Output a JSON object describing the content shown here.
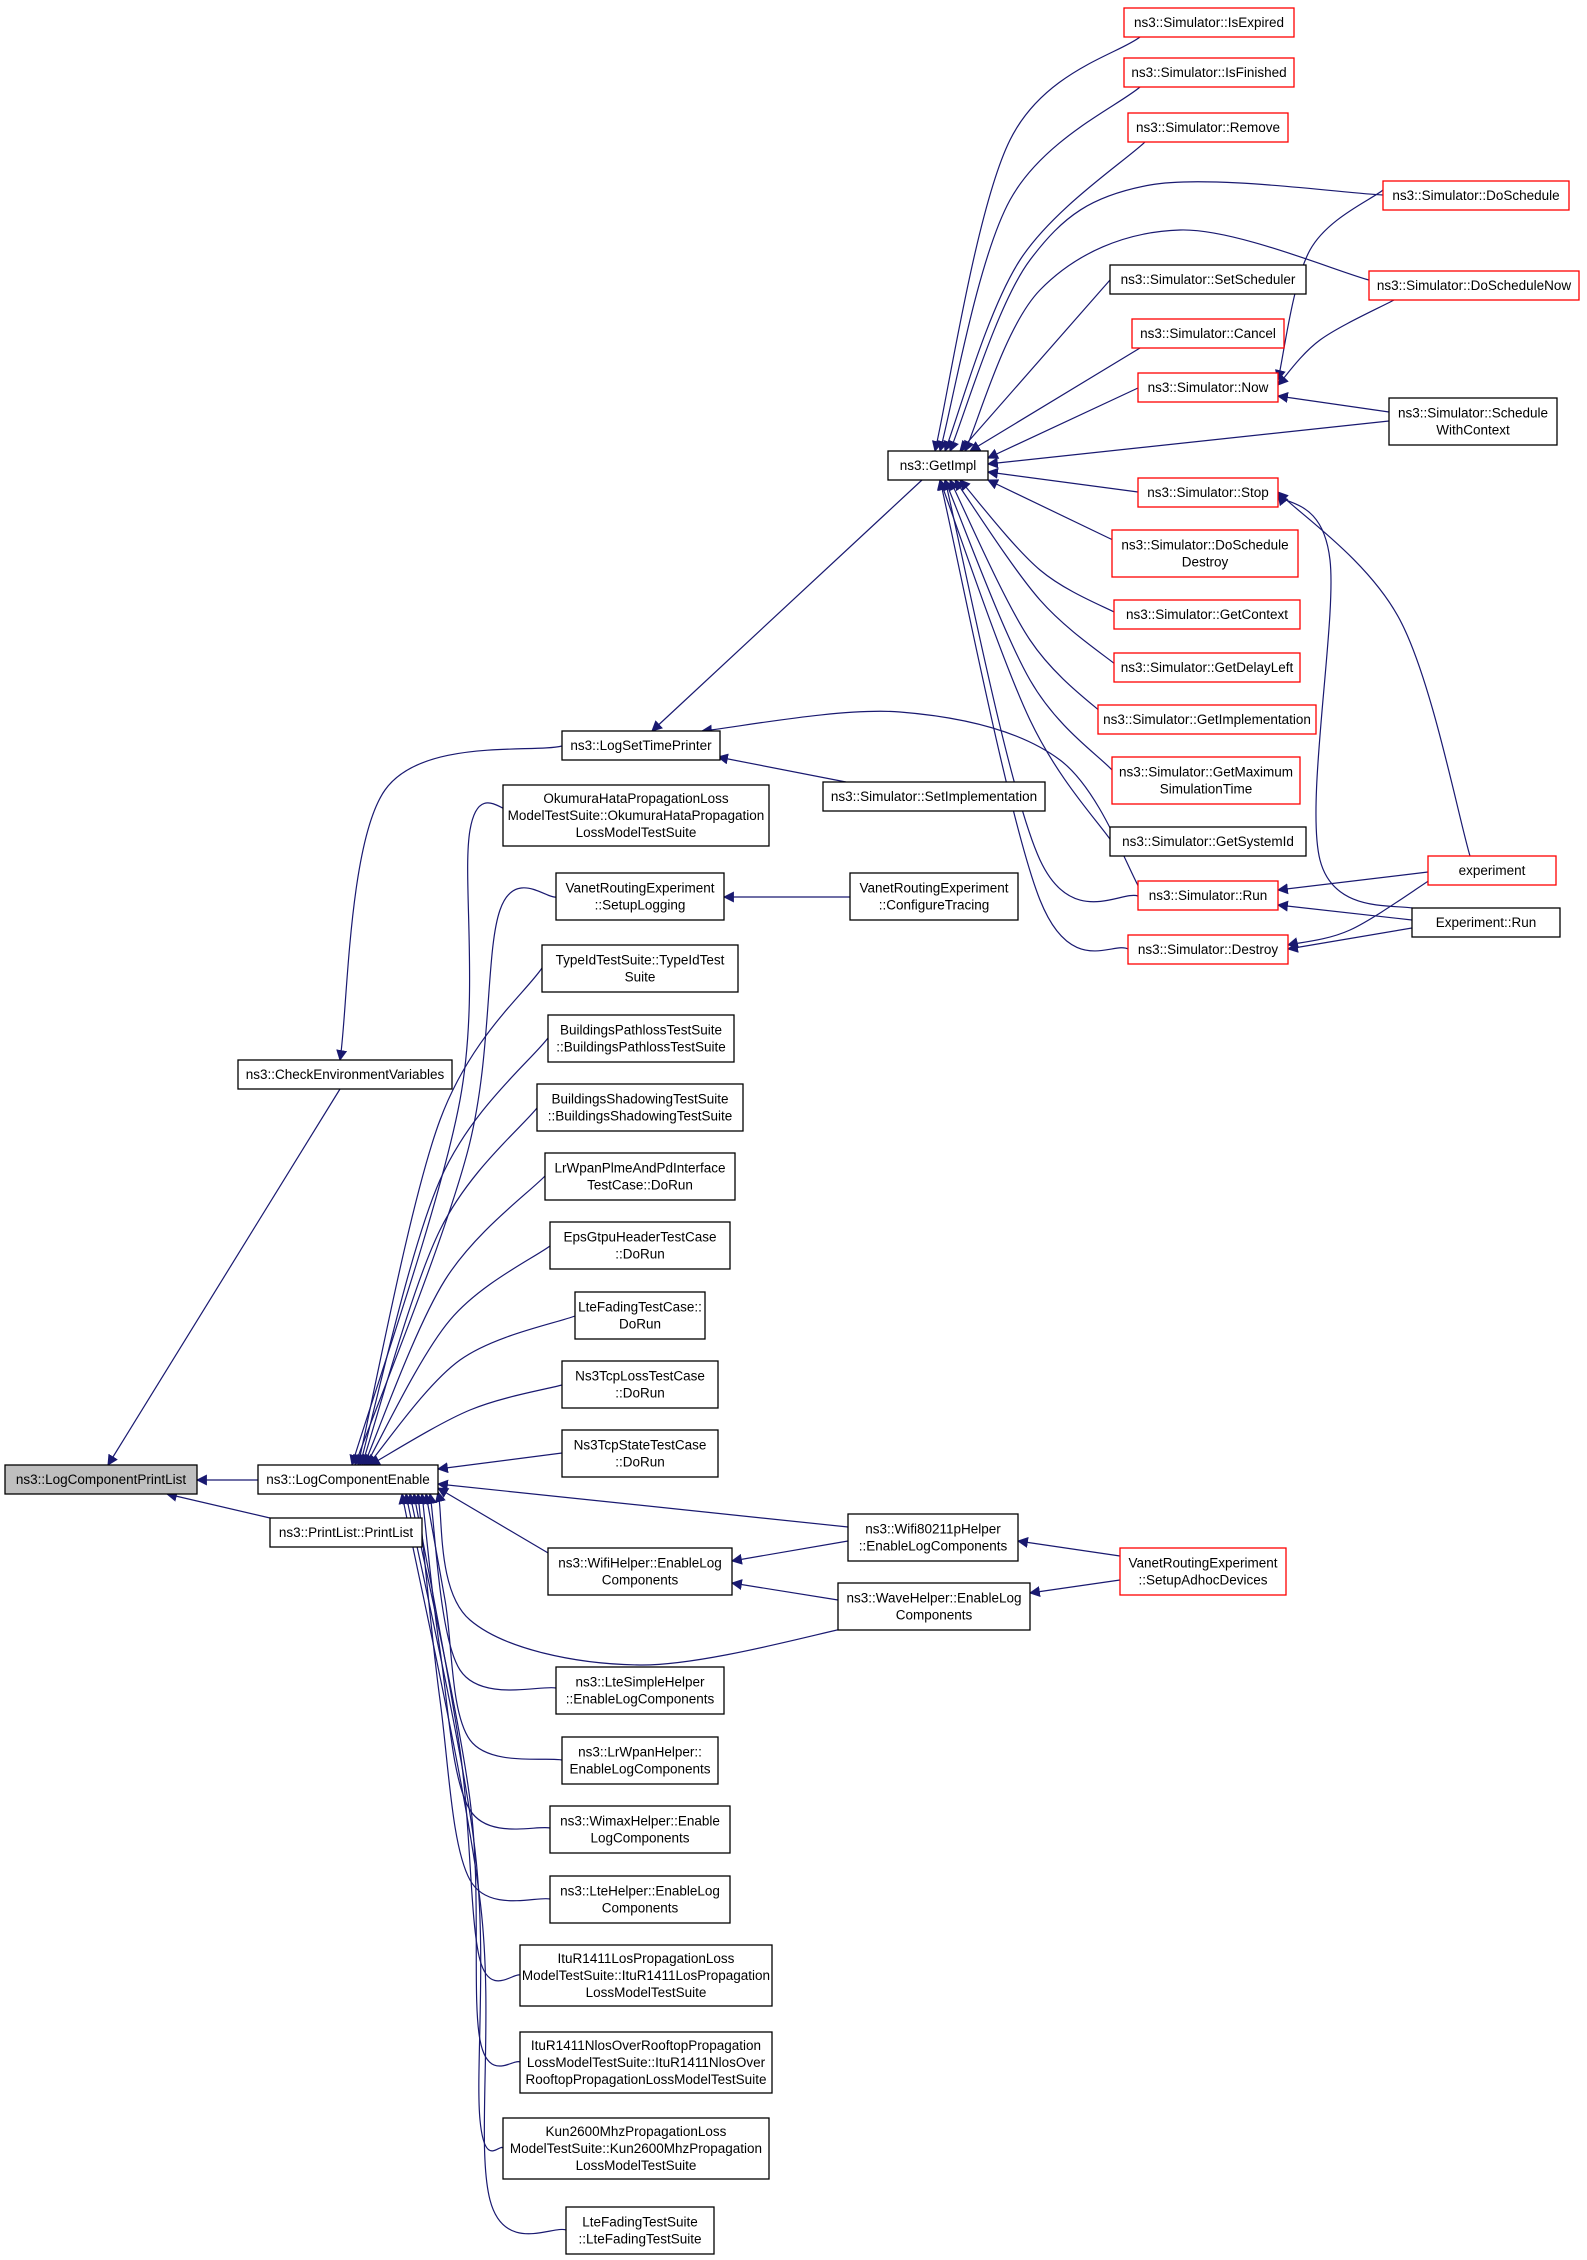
{
  "colors": {
    "edge": "#191970",
    "border_normal": "#000000",
    "border_truncated": "#ff0000",
    "focus_fill": "#bfbfbf",
    "node_fill": "#ffffff",
    "text": "#000000"
  },
  "nodes": [
    {
      "id": "focus",
      "lines": [
        "ns3::LogComponentPrintList"
      ],
      "style": "focus"
    },
    {
      "id": "logcomponentenable",
      "lines": [
        "ns3::LogComponentEnable"
      ],
      "style": "normal"
    },
    {
      "id": "printlist",
      "lines": [
        "ns3::PrintList::PrintList"
      ],
      "style": "normal"
    },
    {
      "id": "checkenv",
      "lines": [
        "ns3::CheckEnvironmentVariables"
      ],
      "style": "normal"
    },
    {
      "id": "logsettimeprinter",
      "lines": [
        "ns3::LogSetTimePrinter"
      ],
      "style": "normal"
    },
    {
      "id": "getimpl",
      "lines": [
        "ns3::GetImpl"
      ],
      "style": "normal"
    },
    {
      "id": "setimplementation",
      "lines": [
        "ns3::Simulator::SetImplementation"
      ],
      "style": "normal"
    },
    {
      "id": "isexpired",
      "lines": [
        "ns3::Simulator::IsExpired"
      ],
      "style": "truncated"
    },
    {
      "id": "isfinished",
      "lines": [
        "ns3::Simulator::IsFinished"
      ],
      "style": "truncated"
    },
    {
      "id": "remove",
      "lines": [
        "ns3::Simulator::Remove"
      ],
      "style": "truncated"
    },
    {
      "id": "doschedule",
      "lines": [
        "ns3::Simulator::DoSchedule"
      ],
      "style": "truncated"
    },
    {
      "id": "setscheduler",
      "lines": [
        "ns3::Simulator::SetScheduler"
      ],
      "style": "normal"
    },
    {
      "id": "doschedulenow",
      "lines": [
        "ns3::Simulator::DoScheduleNow"
      ],
      "style": "truncated"
    },
    {
      "id": "cancel",
      "lines": [
        "ns3::Simulator::Cancel"
      ],
      "style": "truncated"
    },
    {
      "id": "now",
      "lines": [
        "ns3::Simulator::Now"
      ],
      "style": "truncated"
    },
    {
      "id": "schedulewithcontext",
      "lines": [
        "ns3::Simulator::Schedule",
        "WithContext"
      ],
      "style": "normal"
    },
    {
      "id": "stop",
      "lines": [
        "ns3::Simulator::Stop"
      ],
      "style": "truncated"
    },
    {
      "id": "dosscheduledestroy",
      "lines": [
        "ns3::Simulator::DoSchedule",
        "Destroy"
      ],
      "style": "truncated"
    },
    {
      "id": "getcontext",
      "lines": [
        "ns3::Simulator::GetContext"
      ],
      "style": "truncated"
    },
    {
      "id": "getdelayleft",
      "lines": [
        "ns3::Simulator::GetDelayLeft"
      ],
      "style": "truncated"
    },
    {
      "id": "getimplementation",
      "lines": [
        "ns3::Simulator::GetImplementation"
      ],
      "style": "truncated"
    },
    {
      "id": "getmaximumsimtime",
      "lines": [
        "ns3::Simulator::GetMaximum",
        "SimulationTime"
      ],
      "style": "truncated"
    },
    {
      "id": "getsystemid",
      "lines": [
        "ns3::Simulator::GetSystemId"
      ],
      "style": "normal"
    },
    {
      "id": "run",
      "lines": [
        "ns3::Simulator::Run"
      ],
      "style": "truncated"
    },
    {
      "id": "destroy",
      "lines": [
        "ns3::Simulator::Destroy"
      ],
      "style": "truncated"
    },
    {
      "id": "experiment",
      "lines": [
        "experiment"
      ],
      "style": "truncated"
    },
    {
      "id": "experimentrun",
      "lines": [
        "Experiment::Run"
      ],
      "style": "normal"
    },
    {
      "id": "okumura",
      "lines": [
        "OkumuraHataPropagationLoss",
        "ModelTestSuite::OkumuraHataPropagation",
        "LossModelTestSuite"
      ],
      "style": "normal"
    },
    {
      "id": "vanetsetuplogging",
      "lines": [
        "VanetRoutingExperiment",
        "::SetupLogging"
      ],
      "style": "normal"
    },
    {
      "id": "vanetconfiguretracing",
      "lines": [
        "VanetRoutingExperiment",
        "::ConfigureTracing"
      ],
      "style": "normal"
    },
    {
      "id": "typeidtestsuite",
      "lines": [
        "TypeIdTestSuite::TypeIdTest",
        "Suite"
      ],
      "style": "normal"
    },
    {
      "id": "buildingspathloss",
      "lines": [
        "BuildingsPathlossTestSuite",
        "::BuildingsPathlossTestSuite"
      ],
      "style": "normal"
    },
    {
      "id": "buildingsshadowing",
      "lines": [
        "BuildingsShadowingTestSuite",
        "::BuildingsShadowingTestSuite"
      ],
      "style": "normal"
    },
    {
      "id": "lrwpanplme",
      "lines": [
        "LrWpanPlmeAndPdInterface",
        "TestCase::DoRun"
      ],
      "style": "normal"
    },
    {
      "id": "epsgtpu",
      "lines": [
        "EpsGtpuHeaderTestCase",
        "::DoRun"
      ],
      "style": "normal"
    },
    {
      "id": "ltefadingtestcase",
      "lines": [
        "LteFadingTestCase::",
        "DoRun"
      ],
      "style": "normal"
    },
    {
      "id": "ns3tcploss",
      "lines": [
        "Ns3TcpLossTestCase",
        "::DoRun"
      ],
      "style": "normal"
    },
    {
      "id": "ns3tcpstate",
      "lines": [
        "Ns3TcpStateTestCase",
        "::DoRun"
      ],
      "style": "normal"
    },
    {
      "id": "wifi80211p",
      "lines": [
        "ns3::Wifi80211pHelper",
        "::EnableLogComponents"
      ],
      "style": "normal"
    },
    {
      "id": "wifihelper",
      "lines": [
        "ns3::WifiHelper::EnableLog",
        "Components"
      ],
      "style": "normal"
    },
    {
      "id": "wavehelper",
      "lines": [
        "ns3::WaveHelper::EnableLog",
        "Components"
      ],
      "style": "normal"
    },
    {
      "id": "vanetadhoc",
      "lines": [
        "VanetRoutingExperiment",
        "::SetupAdhocDevices"
      ],
      "style": "truncated"
    },
    {
      "id": "ltesimplehelper",
      "lines": [
        "ns3::LteSimpleHelper",
        "::EnableLogComponents"
      ],
      "style": "normal"
    },
    {
      "id": "lrwpanhelper",
      "lines": [
        "ns3::LrWpanHelper::",
        "EnableLogComponents"
      ],
      "style": "normal"
    },
    {
      "id": "wimaxhelper",
      "lines": [
        "ns3::WimaxHelper::Enable",
        "LogComponents"
      ],
      "style": "normal"
    },
    {
      "id": "ltehelper",
      "lines": [
        "ns3::LteHelper::EnableLog",
        "Components"
      ],
      "style": "normal"
    },
    {
      "id": "itur1411los",
      "lines": [
        "ItuR1411LosPropagationLoss",
        "ModelTestSuite::ItuR1411LosPropagation",
        "LossModelTestSuite"
      ],
      "style": "normal"
    },
    {
      "id": "itur1411nlos",
      "lines": [
        "ItuR1411NlosOverRooftopPropagation",
        "LossModelTestSuite::ItuR1411NlosOver",
        "RooftopPropagationLossModelTestSuite"
      ],
      "style": "normal"
    },
    {
      "id": "kun2600",
      "lines": [
        "Kun2600MhzPropagationLoss",
        "ModelTestSuite::Kun2600MhzPropagation",
        "LossModelTestSuite"
      ],
      "style": "normal"
    },
    {
      "id": "ltefadingtestsuite",
      "lines": [
        "LteFadingTestSuite",
        "::LteFadingTestSuite"
      ],
      "style": "normal"
    }
  ],
  "edges": [
    {
      "from": "logcomponentenable",
      "to": "focus"
    },
    {
      "from": "printlist",
      "to": "focus"
    },
    {
      "from": "checkenv",
      "to": "focus"
    },
    {
      "from": "logsettimeprinter",
      "to": "checkenv"
    },
    {
      "from": "getimpl",
      "to": "logsettimeprinter"
    },
    {
      "from": "setimplementation",
      "to": "logsettimeprinter"
    },
    {
      "from": "run",
      "to": "logsettimeprinter"
    },
    {
      "from": "isexpired",
      "to": "getimpl"
    },
    {
      "from": "isfinished",
      "to": "getimpl"
    },
    {
      "from": "remove",
      "to": "getimpl"
    },
    {
      "from": "doschedule",
      "to": "getimpl"
    },
    {
      "from": "setscheduler",
      "to": "getimpl"
    },
    {
      "from": "doschedulenow",
      "to": "getimpl"
    },
    {
      "from": "cancel",
      "to": "getimpl"
    },
    {
      "from": "now",
      "to": "getimpl"
    },
    {
      "from": "schedulewithcontext",
      "to": "getimpl"
    },
    {
      "from": "stop",
      "to": "getimpl"
    },
    {
      "from": "dosscheduledestroy",
      "to": "getimpl"
    },
    {
      "from": "getcontext",
      "to": "getimpl"
    },
    {
      "from": "getdelayleft",
      "to": "getimpl"
    },
    {
      "from": "getimplementation",
      "to": "getimpl"
    },
    {
      "from": "getmaximumsimtime",
      "to": "getimpl"
    },
    {
      "from": "getsystemid",
      "to": "getimpl"
    },
    {
      "from": "run",
      "to": "getimpl"
    },
    {
      "from": "destroy",
      "to": "getimpl"
    },
    {
      "from": "doschedule",
      "to": "now"
    },
    {
      "from": "doschedulenow",
      "to": "now"
    },
    {
      "from": "schedulewithcontext",
      "to": "now"
    },
    {
      "from": "experiment",
      "to": "stop"
    },
    {
      "from": "experimentrun",
      "to": "stop"
    },
    {
      "from": "experiment",
      "to": "run"
    },
    {
      "from": "experimentrun",
      "to": "run"
    },
    {
      "from": "experiment",
      "to": "destroy"
    },
    {
      "from": "experimentrun",
      "to": "destroy"
    },
    {
      "from": "okumura",
      "to": "logcomponentenable"
    },
    {
      "from": "vanetsetuplogging",
      "to": "logcomponentenable"
    },
    {
      "from": "vanetconfiguretracing",
      "to": "vanetsetuplogging"
    },
    {
      "from": "typeidtestsuite",
      "to": "logcomponentenable"
    },
    {
      "from": "buildingspathloss",
      "to": "logcomponentenable"
    },
    {
      "from": "buildingsshadowing",
      "to": "logcomponentenable"
    },
    {
      "from": "lrwpanplme",
      "to": "logcomponentenable"
    },
    {
      "from": "epsgtpu",
      "to": "logcomponentenable"
    },
    {
      "from": "ltefadingtestcase",
      "to": "logcomponentenable"
    },
    {
      "from": "ns3tcploss",
      "to": "logcomponentenable"
    },
    {
      "from": "ns3tcpstate",
      "to": "logcomponentenable"
    },
    {
      "from": "wifi80211p",
      "to": "logcomponentenable"
    },
    {
      "from": "wifihelper",
      "to": "logcomponentenable"
    },
    {
      "from": "wavehelper",
      "to": "logcomponentenable"
    },
    {
      "from": "wifi80211p",
      "to": "wifihelper"
    },
    {
      "from": "wavehelper",
      "to": "wifihelper"
    },
    {
      "from": "vanetadhoc",
      "to": "wifi80211p"
    },
    {
      "from": "vanetadhoc",
      "to": "wavehelper"
    },
    {
      "from": "ltesimplehelper",
      "to": "logcomponentenable"
    },
    {
      "from": "lrwpanhelper",
      "to": "logcomponentenable"
    },
    {
      "from": "wimaxhelper",
      "to": "logcomponentenable"
    },
    {
      "from": "ltehelper",
      "to": "logcomponentenable"
    },
    {
      "from": "itur1411los",
      "to": "logcomponentenable"
    },
    {
      "from": "itur1411nlos",
      "to": "logcomponentenable"
    },
    {
      "from": "kun2600",
      "to": "logcomponentenable"
    },
    {
      "from": "ltefadingtestsuite",
      "to": "logcomponentenable"
    }
  ]
}
